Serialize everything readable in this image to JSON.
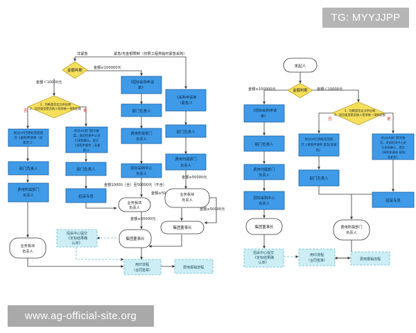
{
  "watermarks": {
    "top": "TG: MYYJJPP",
    "bottom": "www.ag-official-site.org"
  },
  "colors": {
    "process_fill": "#3f9be8",
    "process_stroke": "#1f5f9e",
    "decision_fill": "#f6df5a",
    "decision_stroke": "#b8a02a",
    "terminal_fill": "#ffffff",
    "terminal_stroke": "#333333",
    "final_fill": "#cdeef5",
    "final_stroke": "#5fb8cf",
    "line": "#333333",
    "no_label_red": "#d9342b"
  },
  "left_flow": {
    "label_non_urgent": "非紧急",
    "label_urgent": "紧急/无金额限制（仅限工程类临时紧急采购）",
    "amount_decision": "金额判断",
    "label_ge_100k": "金额≥100000元",
    "label_lt_100k": "金额＜10000元",
    "check_decision": {
      "line1": "1、判断是否定点供应商",
      "line2": "2、项目类型是否纳入招采统一采购范围"
    },
    "label_no": "否",
    "label_yes": "是",
    "oa_request": {
      "line1": "经过oA行政处签后提",
      "line2": "交《采购申请单（非",
      "line3": "紧急）》"
    },
    "filing": {
      "line1": "经过oA部门提交备",
      "line2": "案，发起招采中心进",
      "line3": "行采购确认，提交",
      "line4": "《采购申请单（非紧",
      "line5": "急）》"
    },
    "bid_request": {
      "line1": "《招标采购申请",
      "line2": "单》"
    },
    "urgent_request": {
      "line1": "《采购申请单",
      "line2": "（紧急）》"
    },
    "dept_head_1": "部门负责人",
    "dept_head_2": "部门负责人",
    "dept_head_3": "部门负责人",
    "dept_head_4": "部门负责人",
    "cost_owner_1": {
      "line1": "费用所属部门",
      "line2": "负责人"
    },
    "cost_owner_2": {
      "line1": "费用所属部门",
      "line2": "负责人"
    },
    "cost_owner_3": {
      "line1": "费用归属部门",
      "line2": "负责人"
    },
    "procure_specialist": "招采专员",
    "bid_center_head": {
      "line1": "招标采购中心",
      "line2": "负责人"
    },
    "label_range": "金额10000（含）至50000元（不含）",
    "label_ge_50k_a": "金额≥50000元",
    "label_ge_50k_b": "金额≥50000元",
    "label_ge_50k_c": "金额≥50000元",
    "biz_head_1": {
      "line1": "业务板块",
      "line2": "负责人"
    },
    "biz_head_2": {
      "line1": "业务板块",
      "line2": "负责人"
    },
    "group_president": "集团董事长",
    "group_chairman": "集团董事长",
    "bid_submit": {
      "line1": "招采中心提交",
      "line2": "《定标结果确",
      "line3": "认单》"
    },
    "contract_flow": {
      "line1": "用印流程",
      "line2": "（合同签章）"
    },
    "reimburse_flow": "费用报销流程"
  },
  "right_flow": {
    "start": "发起人",
    "amount_decision": "金额判断",
    "label_ge_100k": "金额≥100000元",
    "label_lt_100k": "金额＜10000元",
    "check_decision": {
      "line1": "1、判断是否定点供应商",
      "line2": "2、项目类型是否纳入招采统一采购范围"
    },
    "label_no": "否",
    "label_yes": "是",
    "bid_request": {
      "line1": "《招标采购申请",
      "line2": "单》"
    },
    "oa_request": {
      "line1": "经过oA行政处签后提",
      "line2": "交《采购申请单 紧急/非紧",
      "line3": "急》"
    },
    "filing": {
      "line1": "经过oA部门提交备",
      "line2": "案，发起招采中心进",
      "line3": "行采购确认，提交",
      "line4": "《采购申请单 紧急/",
      "line5": "非紧急》"
    },
    "dept_head_1": "部门负责人",
    "dept_head_2": "部门负责人",
    "cost_owner_1": {
      "line1": "费用归属部门",
      "line2": "负责人"
    },
    "cost_owner_2": {
      "line1": "费用所属部门",
      "line2": "负责人"
    },
    "bid_center_head": {
      "line1": "招标采购中心",
      "line2": "负责人"
    },
    "procure_specialist": "招采专员",
    "group_president": "集团董事长",
    "bid_submit": {
      "line1": "招采中心提交",
      "line2": "《定标结果确",
      "line3": "认单》"
    },
    "contract_flow": {
      "line1": "用印流程",
      "line2": "（合同签章）"
    },
    "reimburse_flow": "费用报销流程"
  }
}
